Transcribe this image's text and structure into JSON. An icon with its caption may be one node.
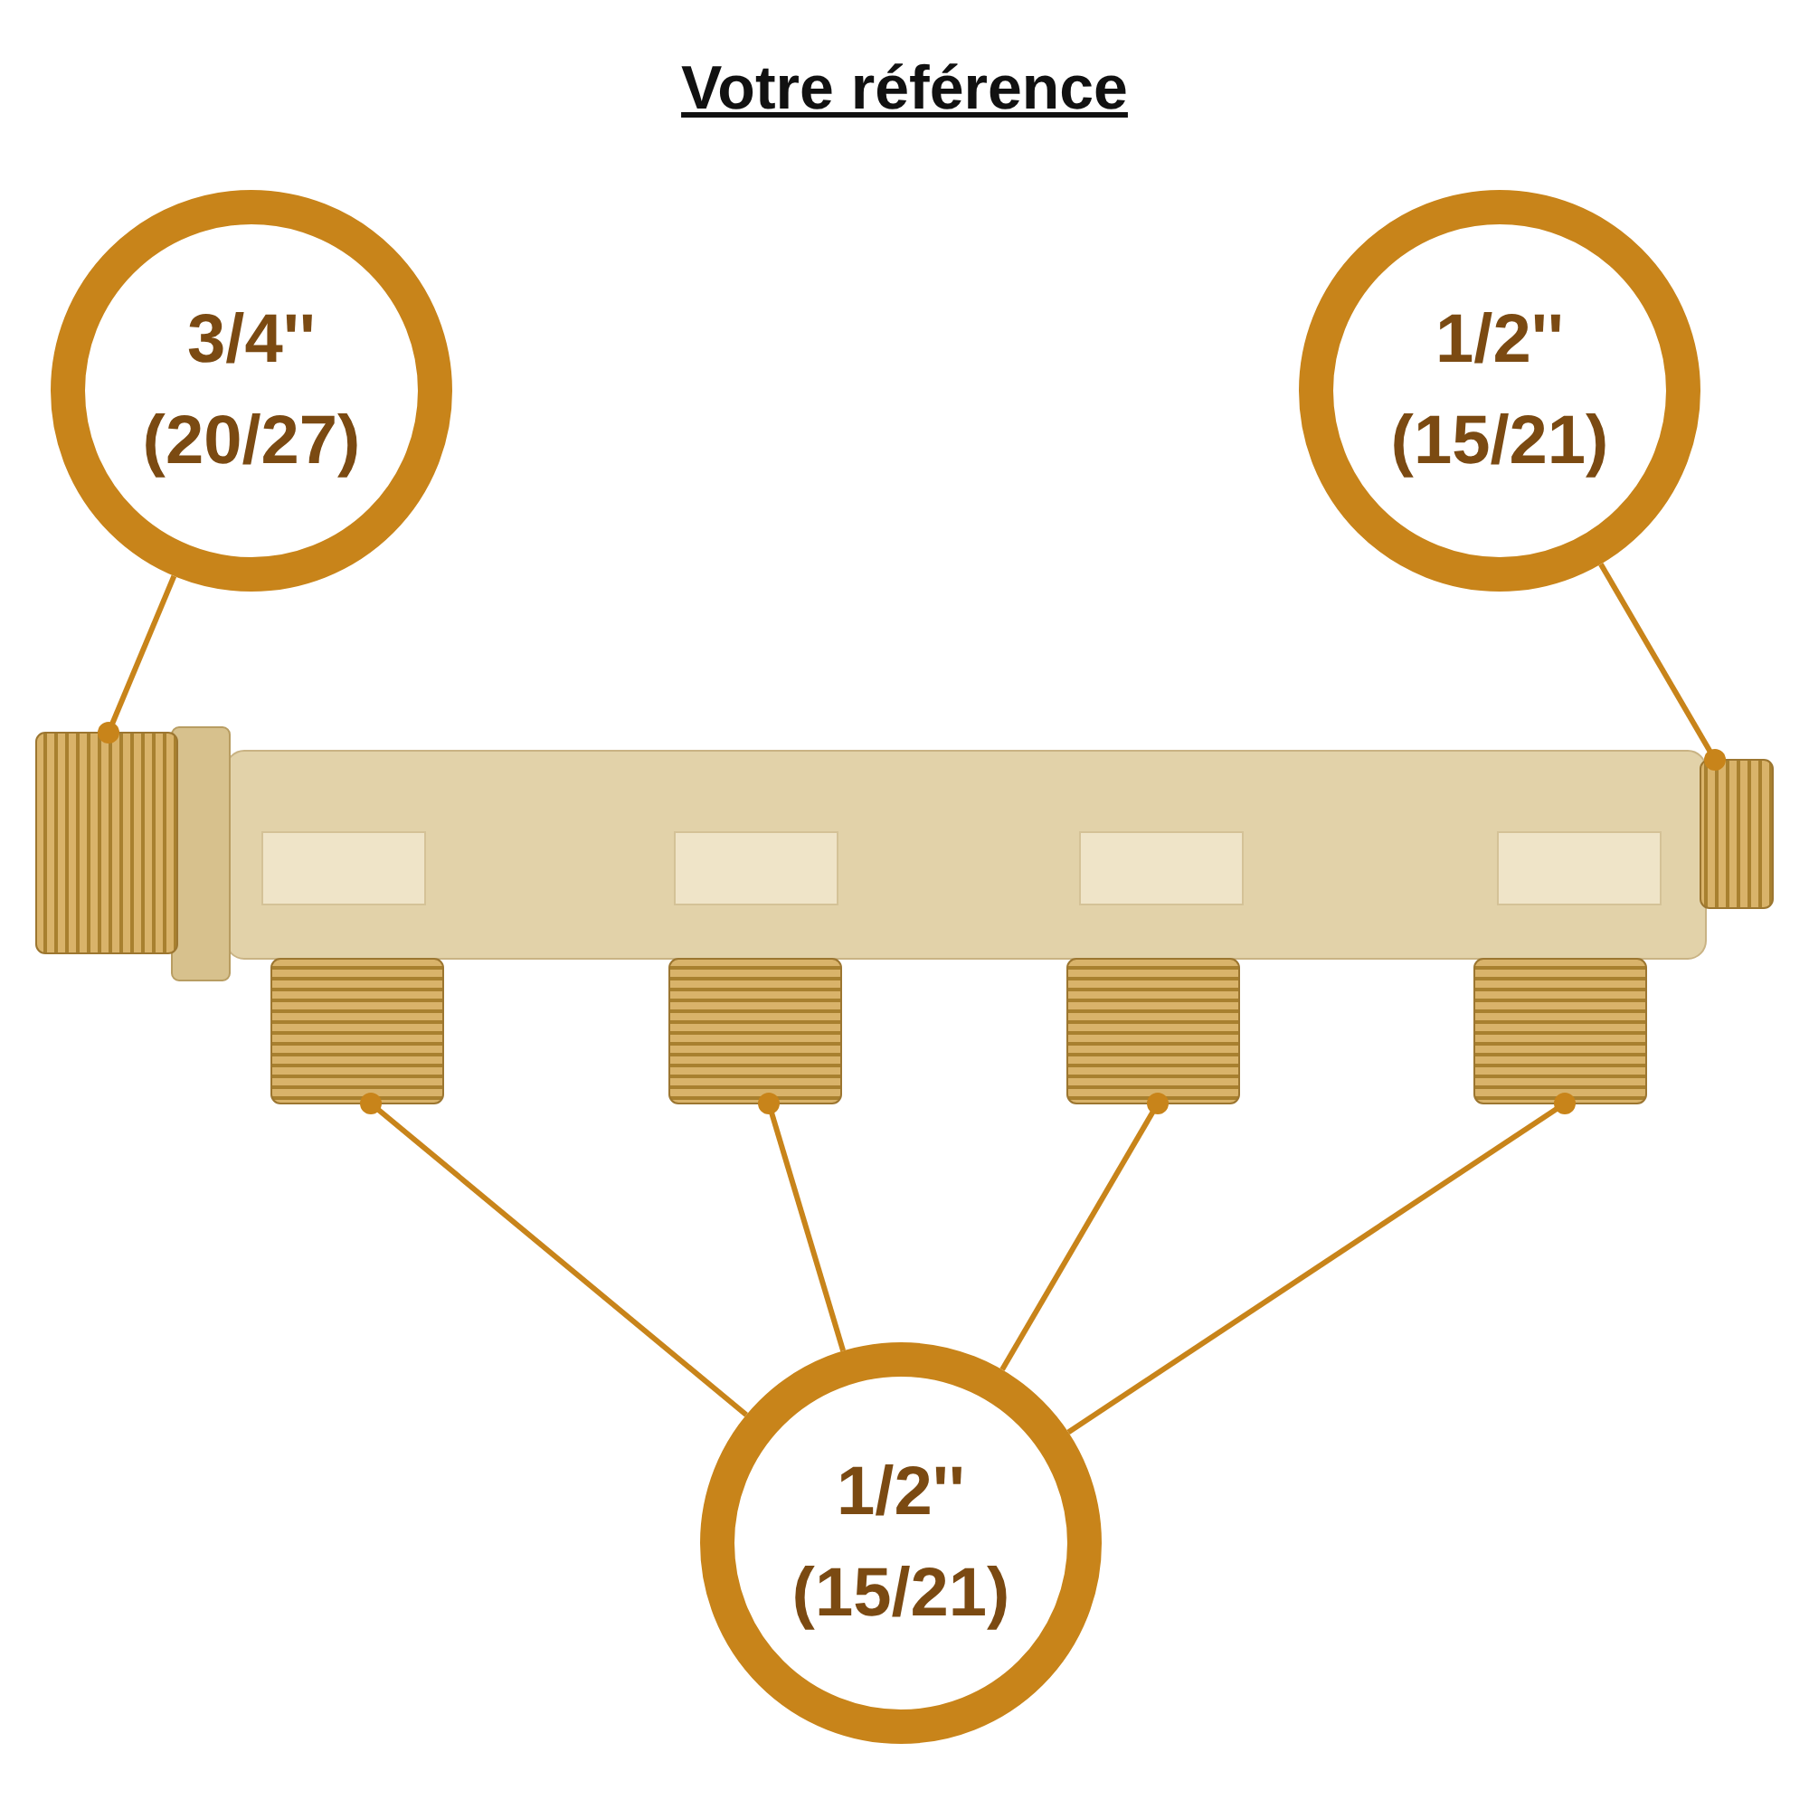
{
  "diagram": {
    "title": "Votre référence",
    "nodes": [
      {
        "text": [
          "3/4''",
          "(20/27)"
        ]
      },
      {
        "text": [
          "1/2''",
          "(15/21)"
        ]
      },
      {
        "text": [
          "1/2''",
          "(15/21)"
        ]
      },
      {
        "text": [],
        "shape": "box"
      },
      {
        "text": [],
        "shape": "box"
      },
      {
        "text": [],
        "shape": "box"
      },
      {
        "text": [],
        "shape": "box"
      },
      {
        "text": [],
        "shape": "box"
      },
      {
        "text": [],
        "shape": "box"
      }
    ],
    "edges": [
      {
        "from": 0,
        "to": 3,
        "arrow": "other"
      },
      {
        "from": 1,
        "to": 4,
        "arrow": "other"
      },
      {
        "from": 2,
        "to": 5,
        "arrow": "other"
      },
      {
        "from": 2,
        "to": 6,
        "arrow": "other"
      },
      {
        "from": 2,
        "to": 7,
        "arrow": "other"
      },
      {
        "from": 2,
        "to": 8,
        "arrow": "other"
      }
    ]
  }
}
